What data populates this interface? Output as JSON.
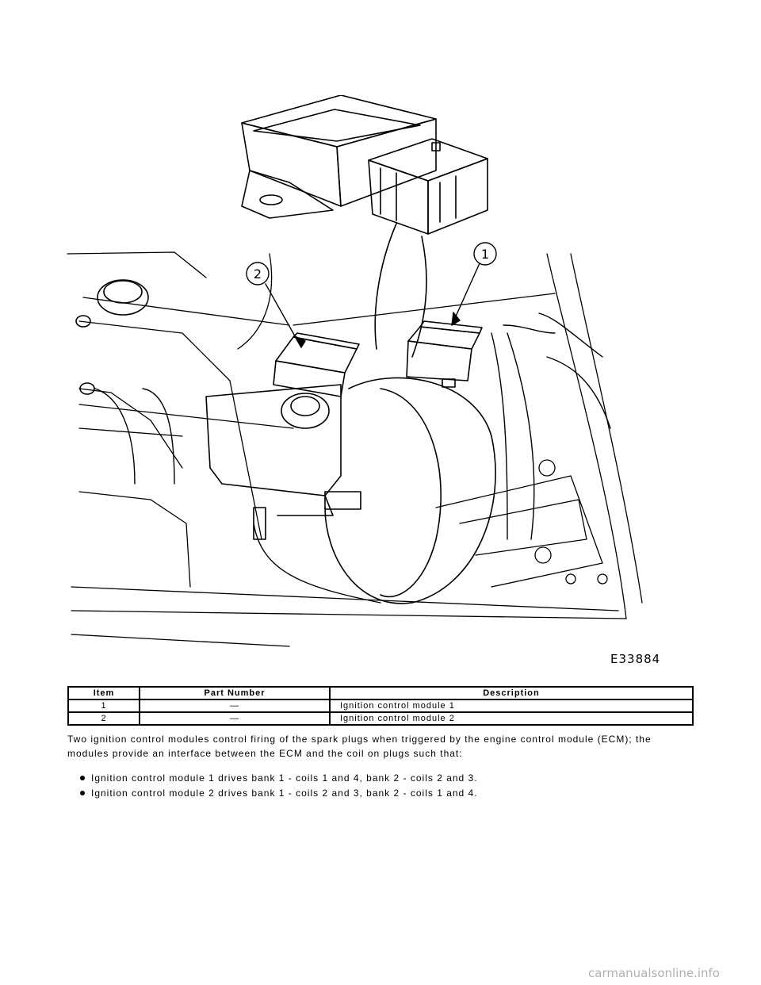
{
  "figure": {
    "callout_1": "1",
    "callout_2": "2",
    "code": "E33884"
  },
  "table": {
    "headers": [
      "Item",
      "Part Number",
      "Description"
    ],
    "rows": [
      [
        "1",
        "—",
        "Ignition control module 1"
      ],
      [
        "2",
        "—",
        "Ignition control module 2"
      ]
    ]
  },
  "body": {
    "intro": "Two ignition control modules control firing of the spark plugs when triggered by the engine control module (ECM); the modules provide an interface between the ECM and the coil on plugs such that:",
    "bullets": [
      "Ignition control module 1 drives bank 1 - coils 1 and 4, bank 2 - coils 2 and 3.",
      "Ignition control module 2 drives bank 1 - coils 2 and 3, bank 2 - coils 1 and 4."
    ]
  },
  "footer": {
    "watermark": "carmanualsonline.info"
  }
}
